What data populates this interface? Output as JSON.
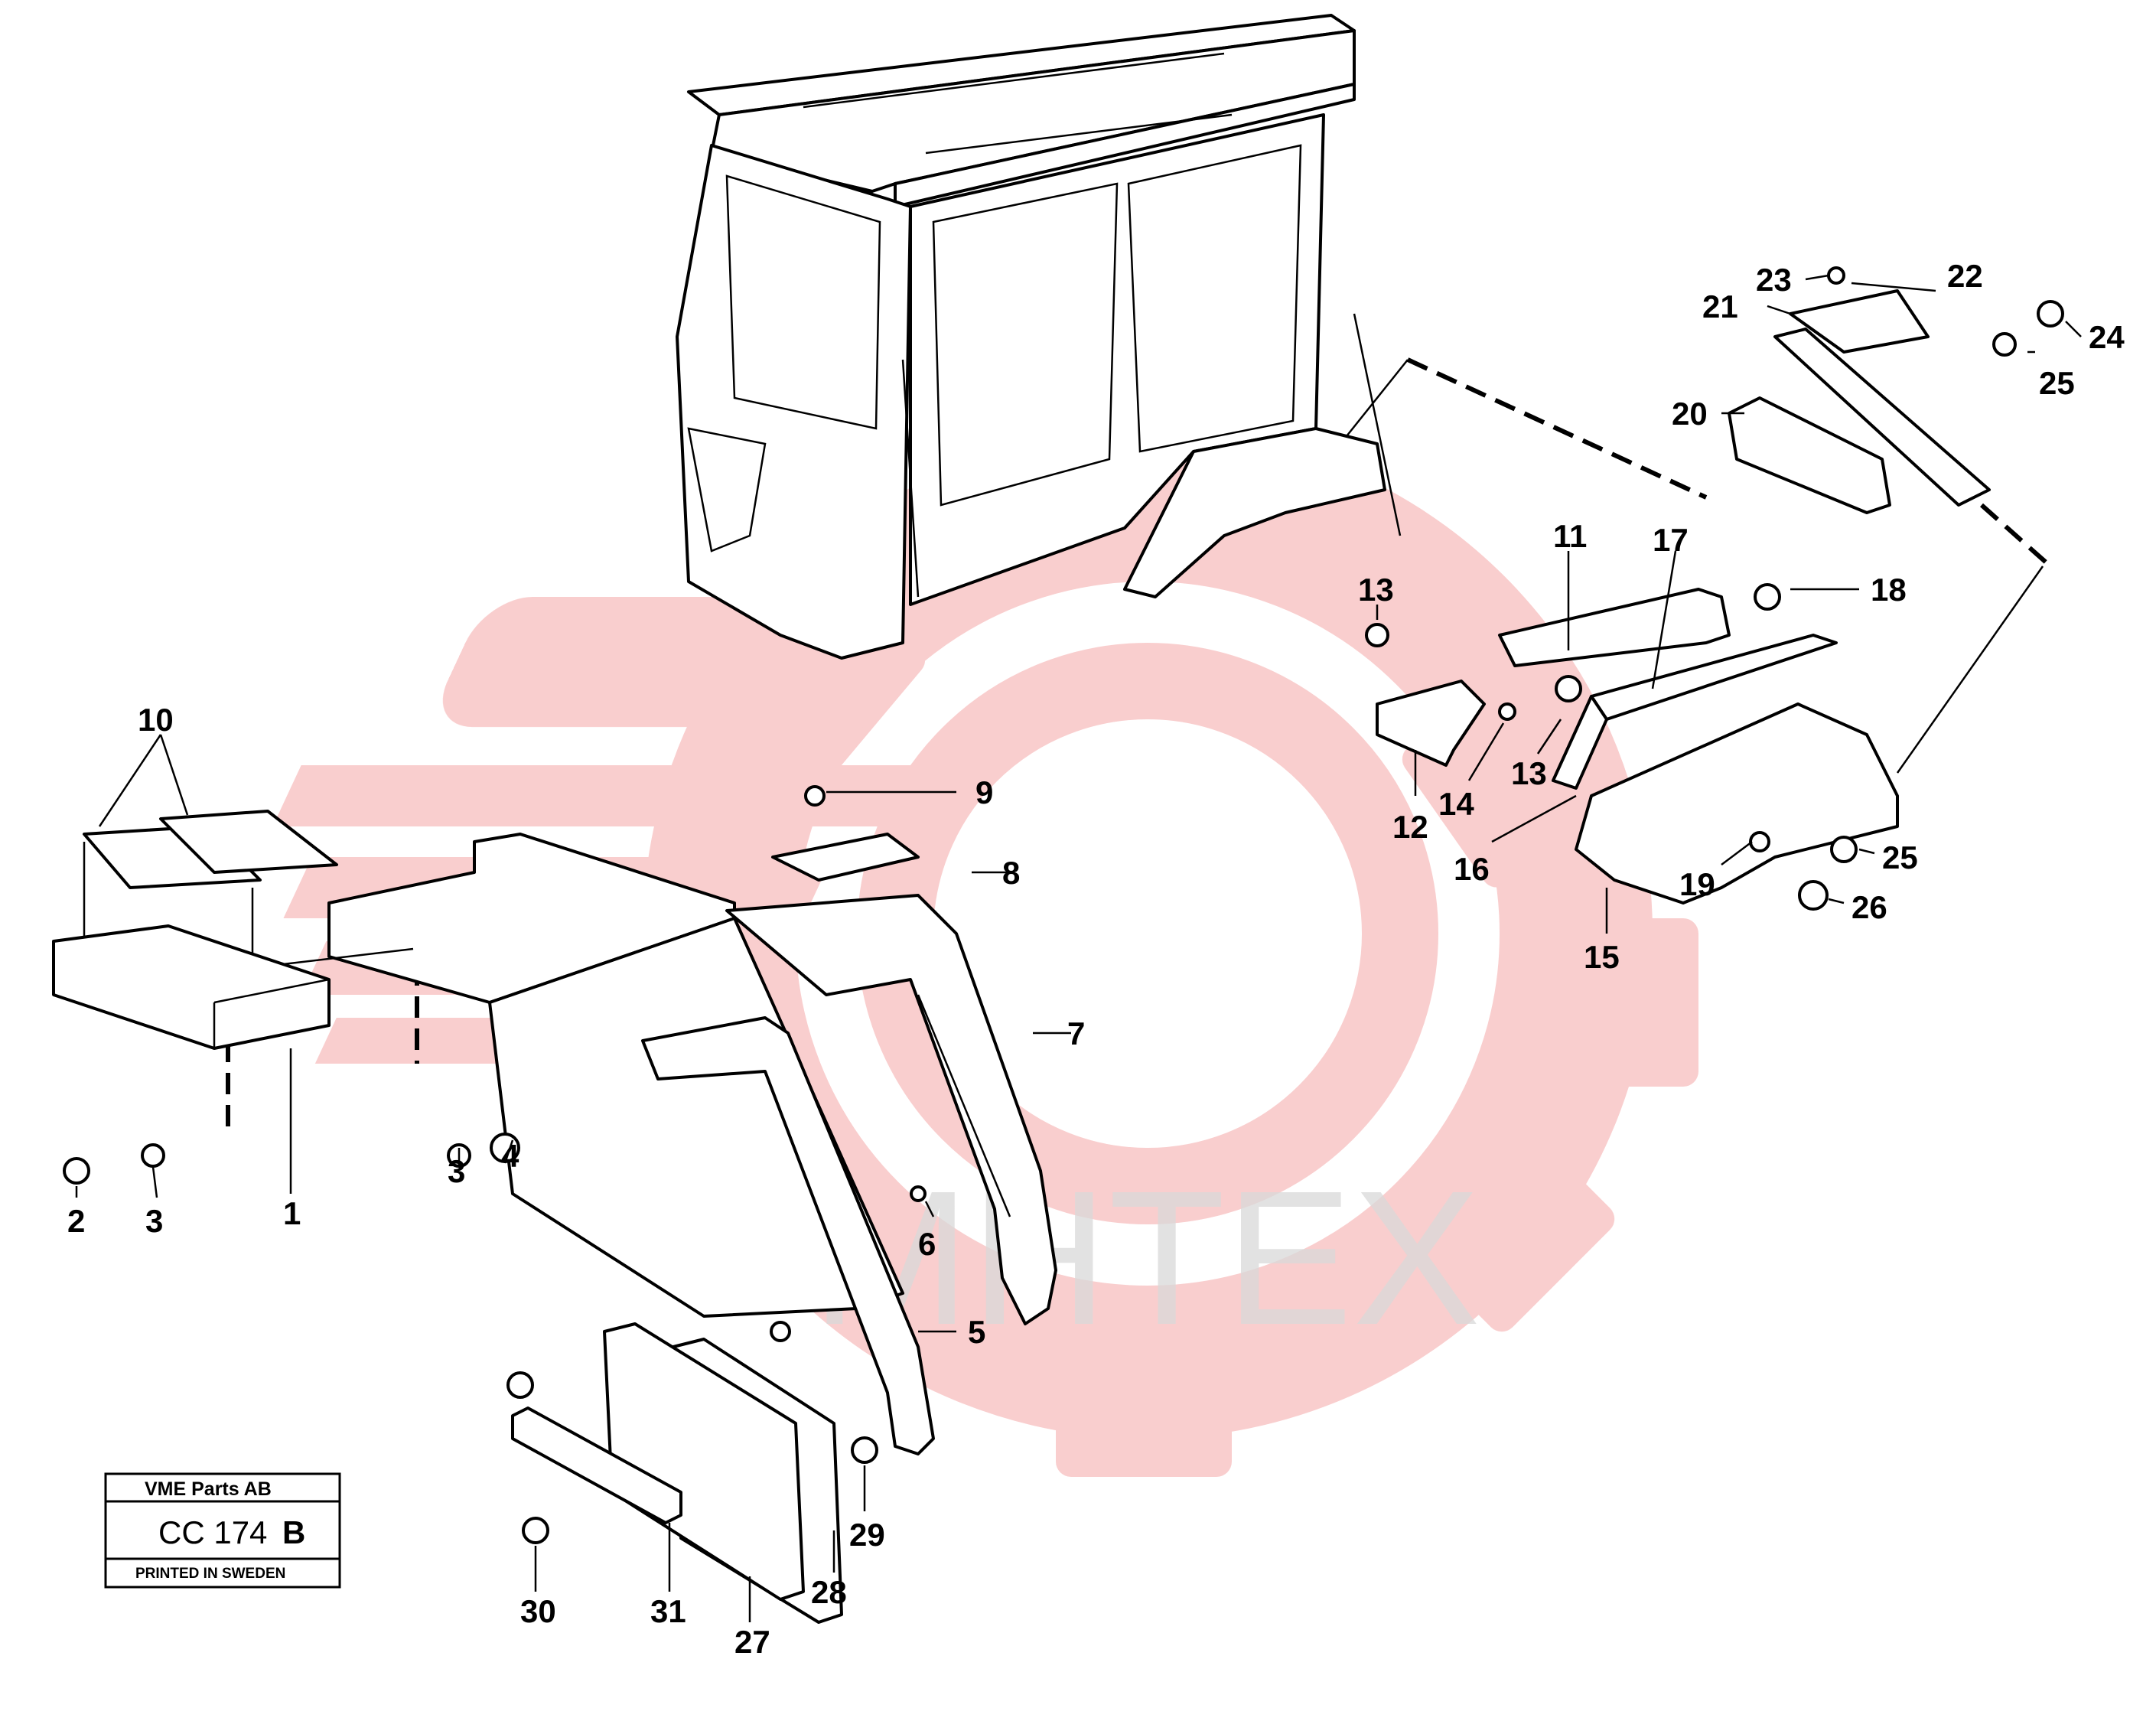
{
  "watermark": {
    "text": "MHTEX",
    "logo_color": "#f4a6a6",
    "text_color": "#d9d9d9"
  },
  "title_block": {
    "company": "VME Parts AB",
    "code": "CC 174",
    "suffix": "B",
    "footer": "PRINTED IN SWEDEN"
  },
  "callouts": {
    "c1": "1",
    "c2": "2",
    "c3a": "3",
    "c3b": "3",
    "c4": "4",
    "c5": "5",
    "c6": "6",
    "c7": "7",
    "c8": "8",
    "c9": "9",
    "c10": "10",
    "c11": "11",
    "c12": "12",
    "c13a": "13",
    "c13b": "13",
    "c14": "14",
    "c15": "15",
    "c16": "16",
    "c17": "17",
    "c18": "18",
    "c19": "19",
    "c20": "20",
    "c21": "21",
    "c22": "22",
    "c23": "23",
    "c24": "24",
    "c25a": "25",
    "c25b": "25",
    "c26": "26",
    "c27": "27",
    "c28": "28",
    "c29": "29",
    "c30": "30",
    "c31": "31"
  }
}
